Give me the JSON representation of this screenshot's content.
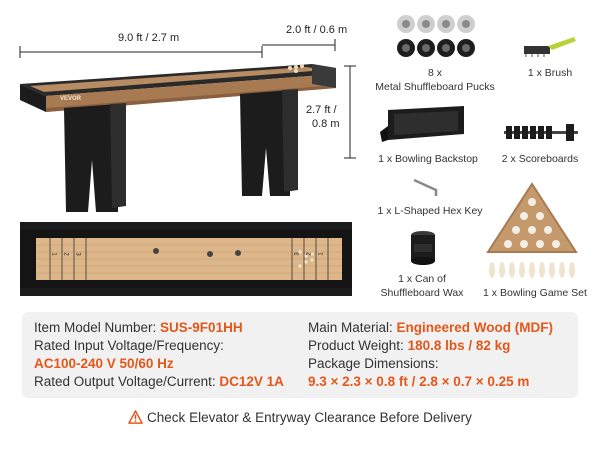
{
  "dimensions": {
    "length": "9.0 ft / 2.7 m",
    "width": "2.0 ft / 0.6 m",
    "height_line1": "2.7 ft /",
    "height_line2": "0.8 m"
  },
  "brand_mark": "VEVOR",
  "accessories": {
    "pucks": {
      "line1": "8 x",
      "line2": "Metal Shuffleboard Pucks"
    },
    "brush": "1 x Brush",
    "backstop": "1 x Bowling Backstop",
    "scoreboards": "2 x Scoreboards",
    "hex_key": "1 x L-Shaped Hex Key",
    "wax": {
      "line1": "1 x Can of",
      "line2": "Shuffleboard Wax"
    },
    "bowling_set": "1 x Bowling Game Set"
  },
  "board_markings": {
    "left": [
      "1",
      "2",
      "3"
    ],
    "right": [
      "3",
      "2",
      "1"
    ]
  },
  "specs": {
    "model_label": "Item Model Number: ",
    "model_value": "SUS-9F01HH",
    "input_label": "Rated Input Voltage/Frequency:",
    "input_value": "AC100-240 V 50/60 Hz",
    "output_label": "Rated Output Voltage/Current: ",
    "output_value": "DC12V 1A",
    "material_label": "Main Material: ",
    "material_value": "Engineered Wood (MDF)",
    "weight_label": "Product Weight: ",
    "weight_value": "180.8 lbs / 82 kg",
    "package_label": "Package Dimensions:",
    "package_value": "9.3 × 2.3 × 0.8 ft / 2.8 × 0.7 × 0.25 m"
  },
  "warning": "Check Elevator & Entryway Clearance Before Delivery",
  "colors": {
    "accent": "#e4571a",
    "wood": "#a87a52",
    "frame": "#1c1c1c",
    "panel": "#f1f1f1"
  }
}
